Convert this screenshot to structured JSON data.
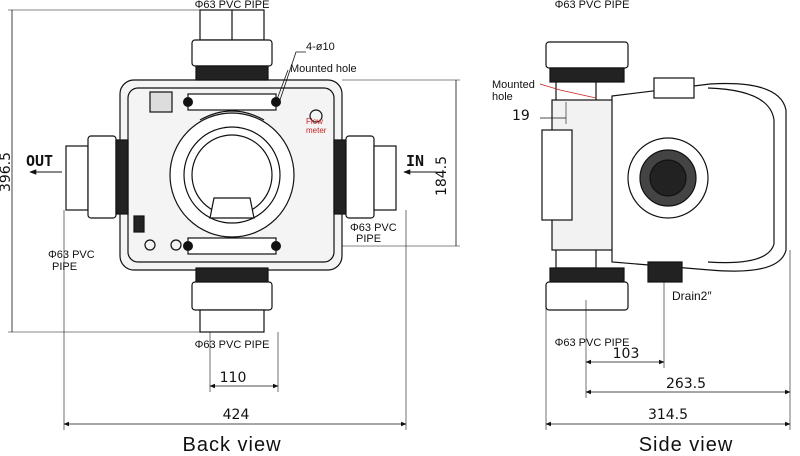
{
  "back_view": {
    "title": "Back view",
    "pipe_top": "Φ63 PVC PIPE",
    "pipe_bottom": "Φ63 PVC PIPE",
    "pipe_right_line1": "Φ63 PVC",
    "pipe_right_line2": "PIPE",
    "pipe_left_line1": "Φ63 PVC",
    "pipe_left_line2": "PIPE",
    "holes_spec": "4-ø10",
    "mounted_hole": "Mounted hole",
    "flow_meter_line1": "Flow",
    "flow_meter_line2": "meter",
    "out_label": "OUT",
    "in_label": "IN",
    "dim_height": "396.5",
    "dim_inner_height": "184.5",
    "dim_pipe_spacing": "110",
    "dim_width": "424"
  },
  "side_view": {
    "title": "Side view",
    "pipe_top": "Φ63 PVC PIPE",
    "pipe_bottom": "Φ63 PVC PIPE",
    "mounted_hole_line1": "Mounted",
    "mounted_hole_line2": "hole",
    "dim_offset": "19",
    "drain": "Drain2″",
    "dim_drain": "103",
    "dim_mid": "263.5",
    "dim_total": "314.5"
  }
}
